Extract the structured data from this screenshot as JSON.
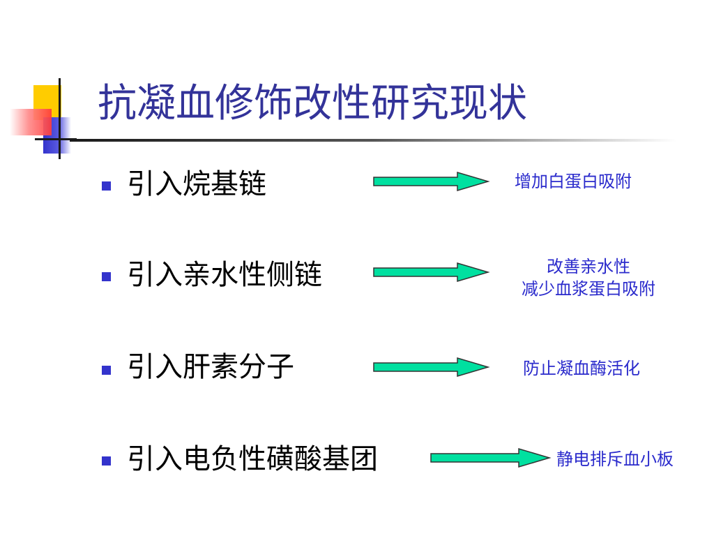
{
  "slide": {
    "title": "抗凝血修饰改性研究现状",
    "accent_color": "#333399",
    "arrow_color": "#00e0a0",
    "items": [
      {
        "label": "引入烷基链",
        "effect_lines": [
          "增加白蛋白吸附"
        ]
      },
      {
        "label": "引入亲水性侧链",
        "effect_lines": [
          "改善亲水性",
          "减少血浆蛋白吸附"
        ]
      },
      {
        "label": "引入肝素分子",
        "effect_lines": [
          "防止凝血酶活化"
        ]
      },
      {
        "label": "引入电负性磺酸基团",
        "effect_lines": [
          "静电排斥血小板"
        ]
      }
    ]
  }
}
